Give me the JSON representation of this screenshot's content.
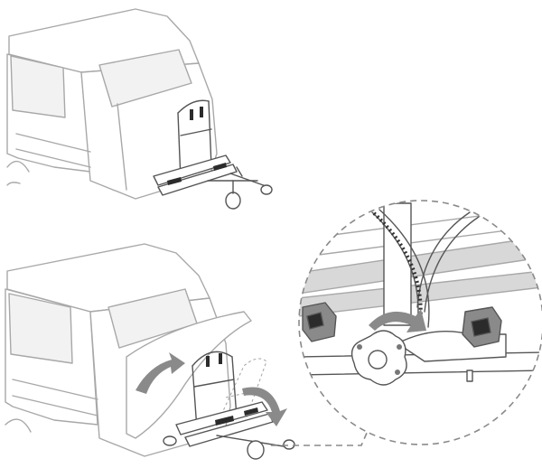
{
  "figure": {
    "panels": [
      {
        "id": "top",
        "description_name": "caravan-with-folded-rack"
      },
      {
        "id": "bottom",
        "description_name": "caravan-with-door-open-and-rack-tilted"
      },
      {
        "id": "detail",
        "description_name": "knob-detail-circle"
      }
    ],
    "colors": {
      "outline_light": "#a8a8a8",
      "outline_dark": "#555555",
      "arrow_fill": "#8a8a8a",
      "dashed_callout": "#8a8a8a"
    },
    "icons": [
      "curved-arrow-icon",
      "rotate-knob-icon"
    ]
  }
}
